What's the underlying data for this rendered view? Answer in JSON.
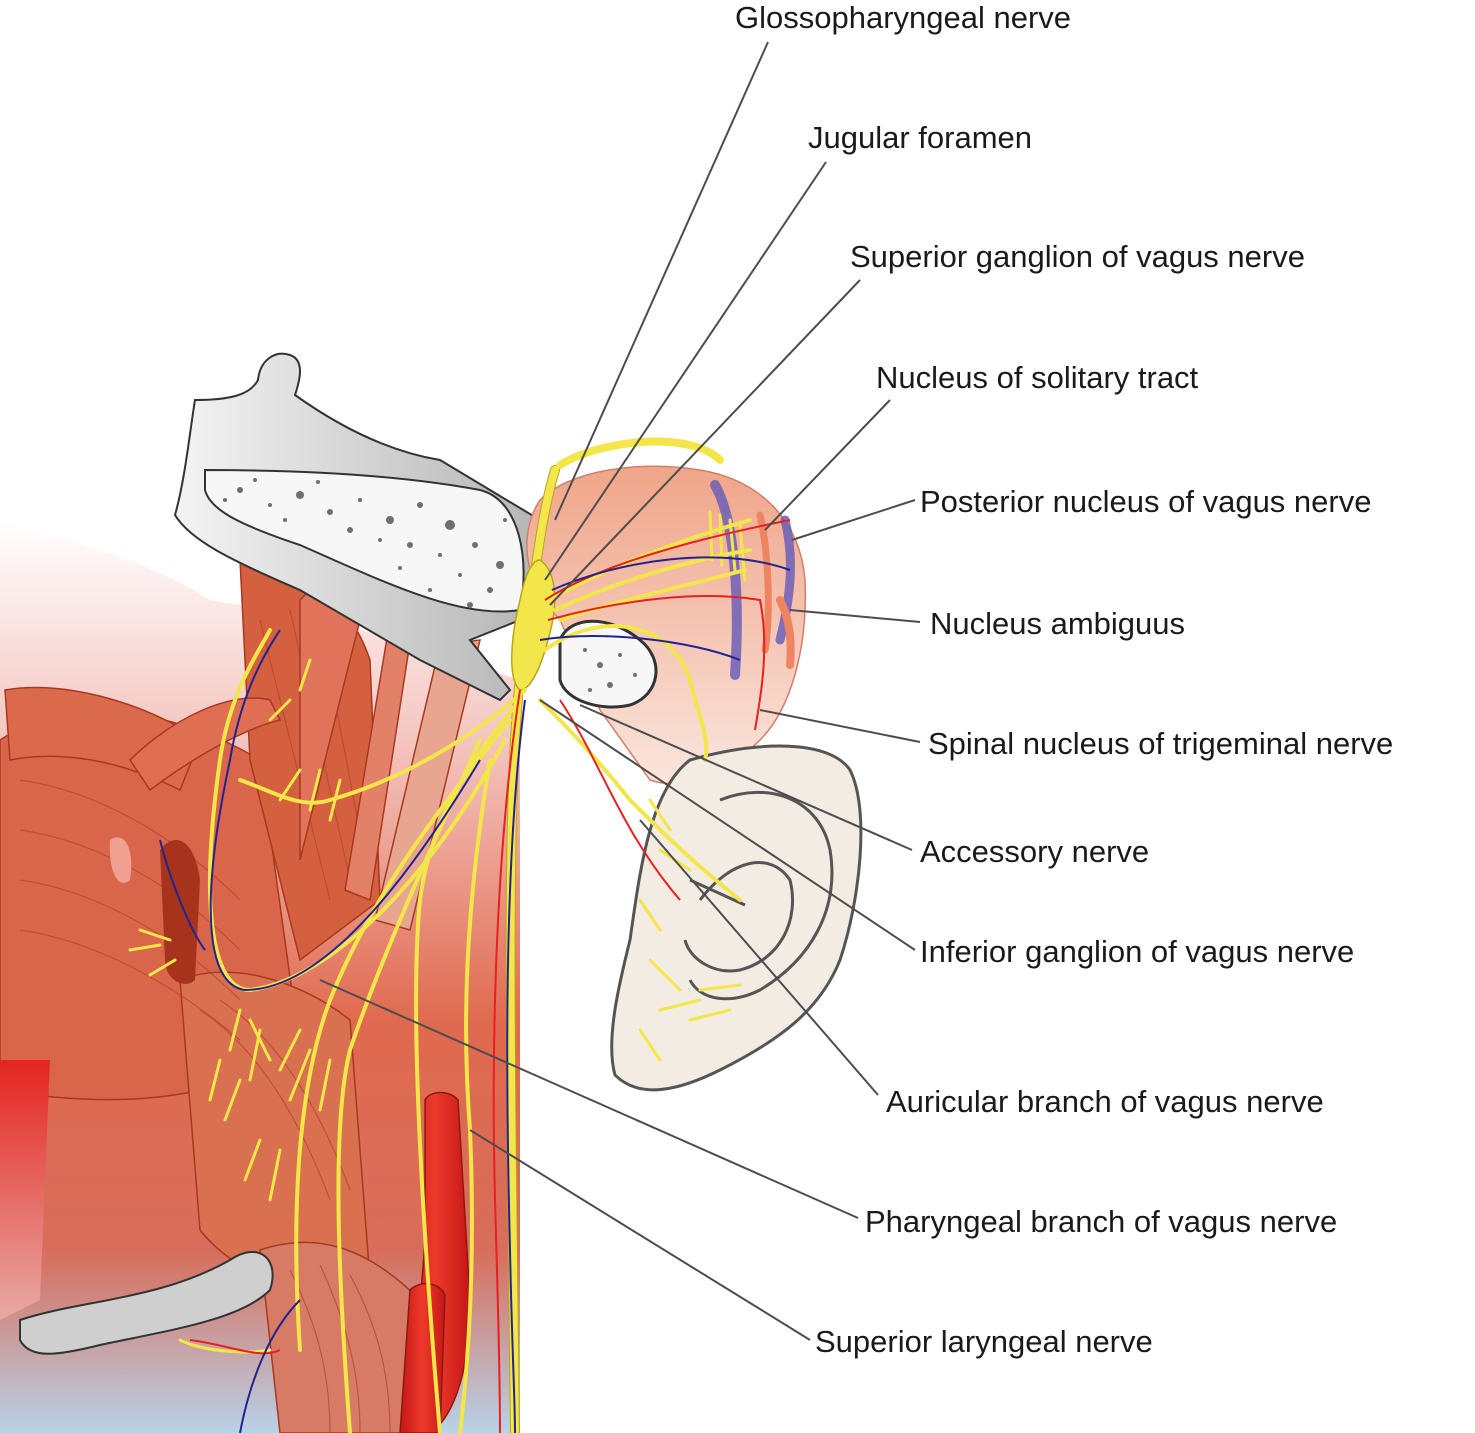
{
  "labels": [
    {
      "id": "glossopharyngeal",
      "text": "Glossopharyngeal nerve"
    },
    {
      "id": "jugular",
      "text": "Jugular foramen"
    },
    {
      "id": "superior-ganglion",
      "text": "Superior ganglion of vagus nerve"
    },
    {
      "id": "solitary",
      "text": "Nucleus of solitary tract"
    },
    {
      "id": "posterior-nucleus",
      "text": "Posterior nucleus of vagus nerve"
    },
    {
      "id": "ambiguus",
      "text": "Nucleus ambiguus"
    },
    {
      "id": "spinal-trigeminal",
      "text": "Spinal nucleus of trigeminal nerve"
    },
    {
      "id": "accessory",
      "text": "Accessory nerve"
    },
    {
      "id": "inferior-ganglion",
      "text": "Inferior ganglion of vagus nerve"
    },
    {
      "id": "auricular",
      "text": "Auricular branch of vagus nerve"
    },
    {
      "id": "pharyngeal",
      "text": "Pharyngeal branch of vagus nerve"
    },
    {
      "id": "superior-laryngeal",
      "text": "Superior laryngeal nerve"
    }
  ],
  "colors": {
    "nerve": "#f3e64a",
    "artery": "#e8201f",
    "vein": "#23238e",
    "muscle": "#d9664a",
    "bone": "#c9c9c9",
    "brainstem": "#f2b9a3",
    "ear": "#f3ece2"
  }
}
